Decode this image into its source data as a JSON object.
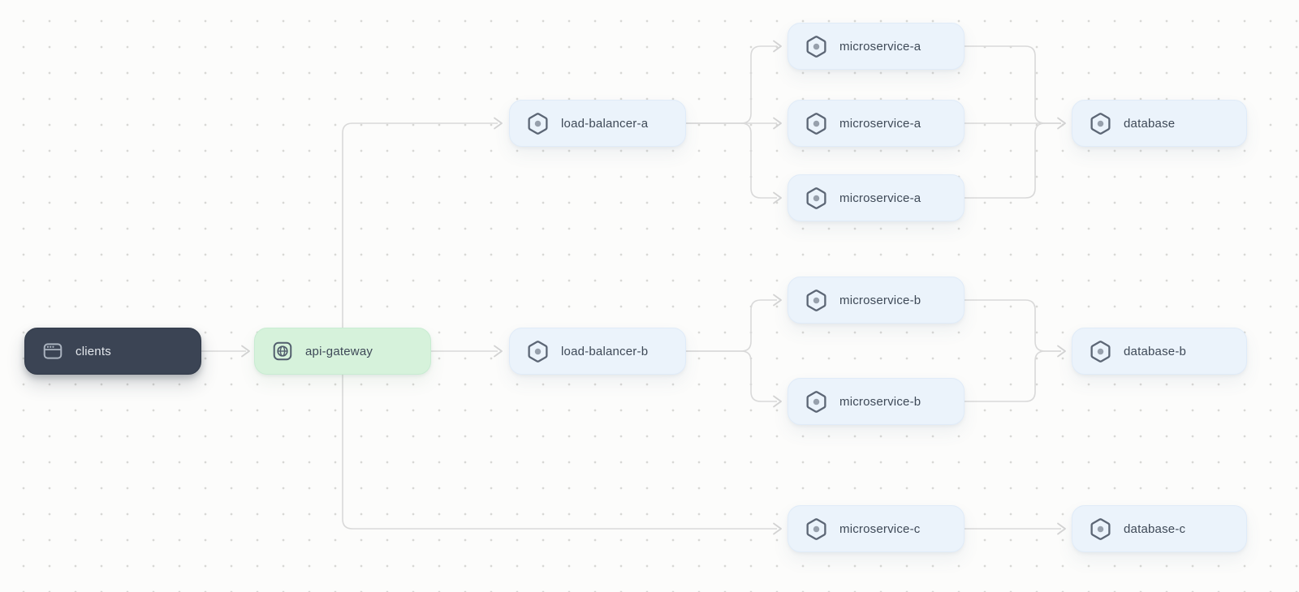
{
  "diagram": {
    "title": "service-architecture-flow",
    "colors": {
      "background": "#fcfcfb",
      "grid_dot": "#d8d8d5",
      "edge": "#d9d9d9",
      "node_blue_bg": "#ebf3fb",
      "node_green_bg": "#d6f2db",
      "node_dark_bg": "#3b4454",
      "label_dark": "#3e4957",
      "label_light": "#e3e7ec",
      "icon_stroke": "#5c6675",
      "icon_dot": "#97a0ac"
    },
    "nodes": [
      {
        "id": "clients",
        "label": "clients",
        "icon": "app-window-icon",
        "variant": "dark"
      },
      {
        "id": "api-gateway",
        "label": "api-gateway",
        "icon": "globe-icon",
        "variant": "green"
      },
      {
        "id": "load-balancer-a",
        "label": "load-balancer-a",
        "icon": "hexagon-node-icon",
        "variant": "blue"
      },
      {
        "id": "load-balancer-b",
        "label": "load-balancer-b",
        "icon": "hexagon-node-icon",
        "variant": "blue"
      },
      {
        "id": "microservice-a-1",
        "label": "microservice-a",
        "icon": "hexagon-node-icon",
        "variant": "blue"
      },
      {
        "id": "microservice-a-2",
        "label": "microservice-a",
        "icon": "hexagon-node-icon",
        "variant": "blue"
      },
      {
        "id": "microservice-a-3",
        "label": "microservice-a",
        "icon": "hexagon-node-icon",
        "variant": "blue"
      },
      {
        "id": "microservice-b-1",
        "label": "microservice-b",
        "icon": "hexagon-node-icon",
        "variant": "blue"
      },
      {
        "id": "microservice-b-2",
        "label": "microservice-b",
        "icon": "hexagon-node-icon",
        "variant": "blue"
      },
      {
        "id": "microservice-c",
        "label": "microservice-c",
        "icon": "hexagon-node-icon",
        "variant": "blue"
      },
      {
        "id": "database",
        "label": "database",
        "icon": "hexagon-node-icon",
        "variant": "blue"
      },
      {
        "id": "database-b",
        "label": "database-b",
        "icon": "hexagon-node-icon",
        "variant": "blue"
      },
      {
        "id": "database-c",
        "label": "database-c",
        "icon": "hexagon-node-icon",
        "variant": "blue"
      }
    ],
    "edges": [
      {
        "from": "clients",
        "to": "api-gateway"
      },
      {
        "from": "api-gateway",
        "to": "load-balancer-a"
      },
      {
        "from": "api-gateway",
        "to": "load-balancer-b"
      },
      {
        "from": "api-gateway",
        "to": "microservice-c"
      },
      {
        "from": "load-balancer-a",
        "to": "microservice-a-1"
      },
      {
        "from": "load-balancer-a",
        "to": "microservice-a-2"
      },
      {
        "from": "load-balancer-a",
        "to": "microservice-a-3"
      },
      {
        "from": "microservice-a-1",
        "to": "database"
      },
      {
        "from": "microservice-a-2",
        "to": "database"
      },
      {
        "from": "microservice-a-3",
        "to": "database"
      },
      {
        "from": "load-balancer-b",
        "to": "microservice-b-1"
      },
      {
        "from": "load-balancer-b",
        "to": "microservice-b-2"
      },
      {
        "from": "microservice-b-1",
        "to": "database-b"
      },
      {
        "from": "microservice-b-2",
        "to": "database-b"
      },
      {
        "from": "microservice-c",
        "to": "database-c"
      }
    ]
  }
}
